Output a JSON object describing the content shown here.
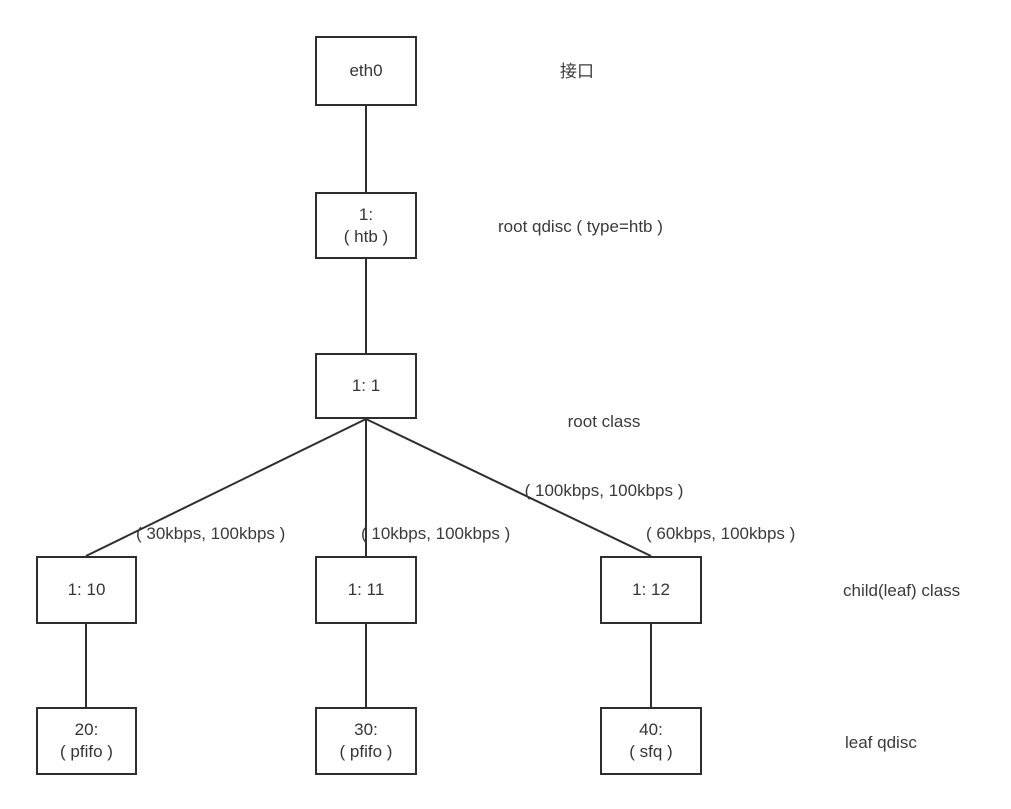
{
  "diagram": {
    "title": "Linux tc HTB qdisc/class hierarchy",
    "colors": {
      "background": "#ffffff",
      "stroke": "#2e2e2e",
      "text": "#353535"
    },
    "nodes": {
      "interface": {
        "line1": "eth0",
        "line2": ""
      },
      "root_qdisc": {
        "line1": "1:",
        "line2": "( htb )"
      },
      "root_class": {
        "line1": "1: 1",
        "line2": ""
      },
      "child_class_1": {
        "line1": "1: 10",
        "line2": ""
      },
      "child_class_2": {
        "line1": "1: 11",
        "line2": ""
      },
      "child_class_3": {
        "line1": "1: 12",
        "line2": ""
      },
      "leaf_qdisc_1": {
        "line1": "20:",
        "line2": "( pfifo )"
      },
      "leaf_qdisc_2": {
        "line1": "30:",
        "line2": "( pfifo )"
      },
      "leaf_qdisc_3": {
        "line1": "40:",
        "line2": "( sfq )"
      }
    },
    "side_labels": {
      "interface": "接口",
      "root_qdisc": "root qdisc ( type=htb )",
      "root_class_line1": "root class",
      "root_class_line2": "( 100kbps, 100kbps )",
      "child_class": "child(leaf) class",
      "leaf_qdisc": "leaf qdisc"
    },
    "edge_labels": {
      "to_child_1": "( 30kbps, 100kbps )",
      "to_child_2": "( 10kbps, 100kbps )",
      "to_child_3": "( 60kbps, 100kbps )"
    }
  }
}
